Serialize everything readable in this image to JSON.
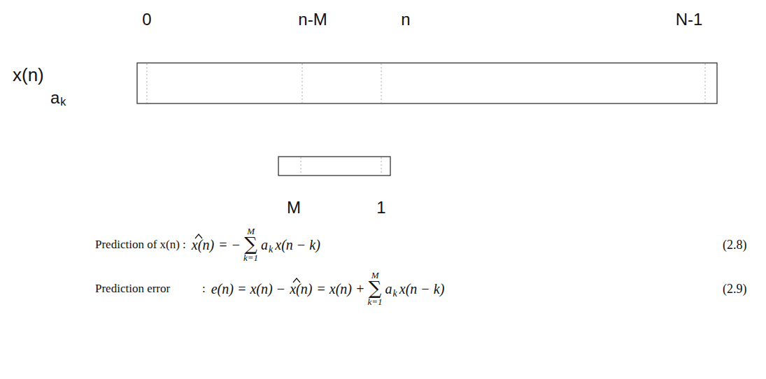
{
  "diagram": {
    "labels": [
      "0",
      "n-M",
      "n",
      "N-1",
      "x(n)",
      "a",
      "k",
      "M",
      "1",
      "Prediction of x(n) :",
      "x(n)",
      "= −",
      "∑",
      "M",
      "k=1",
      "a",
      "k",
      "x(n − k)",
      "(2.8)",
      "Prediction error",
      ":",
      "e(n) = x(n) −",
      "x(n)",
      "= x(n) +",
      "∑",
      "M",
      "k=1",
      "a",
      "k",
      "x(n − k)",
      "(2.9)"
    ]
  }
}
